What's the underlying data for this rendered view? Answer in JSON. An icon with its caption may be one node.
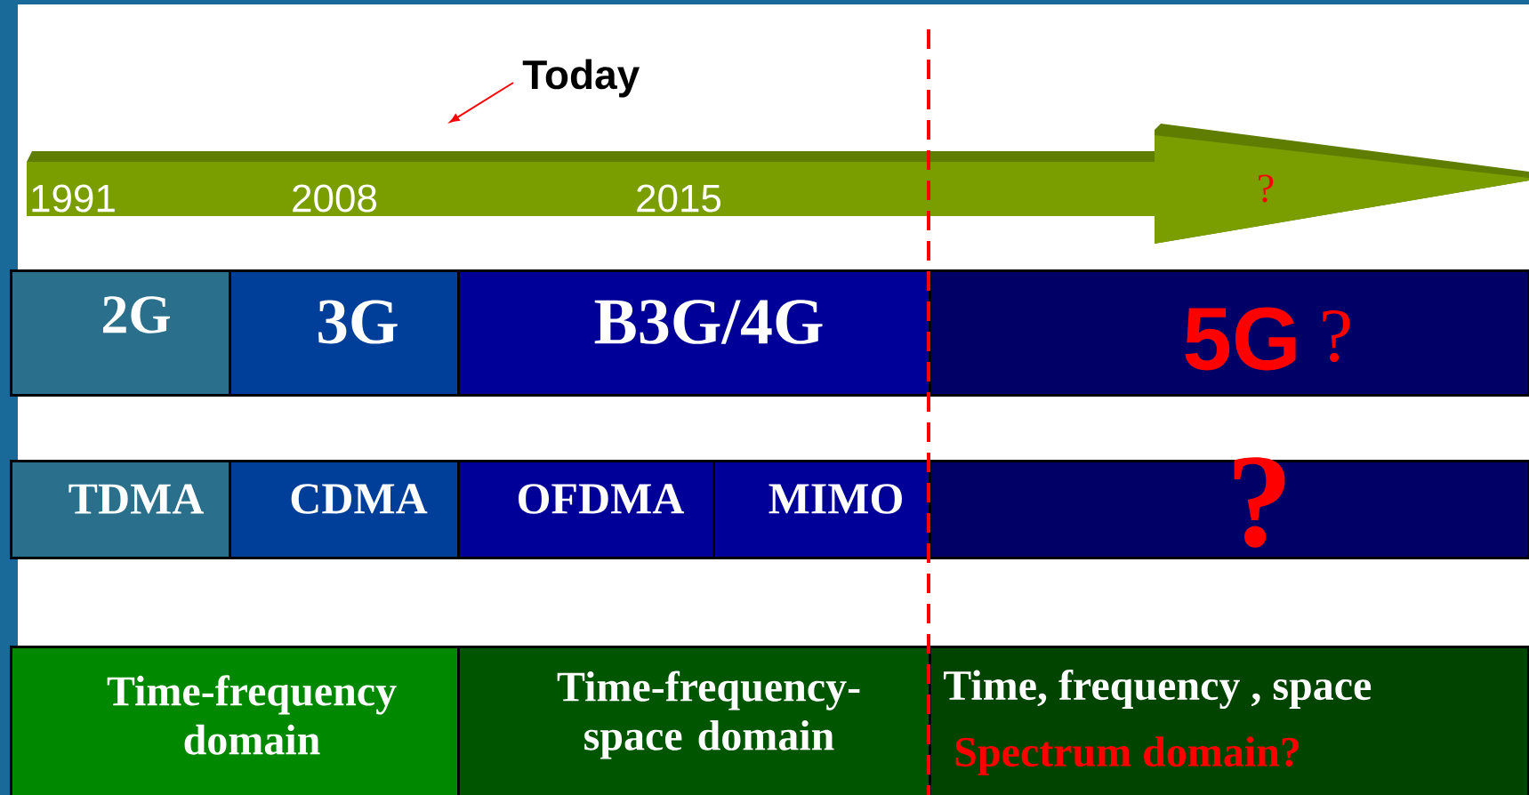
{
  "diagram": {
    "nodes": [
      {
        "text": [
          "Today"
        ]
      },
      {
        "text": [
          "1991",
          "2008",
          "2015",
          "?"
        ]
      },
      {
        "text": [
          "2G"
        ]
      },
      {
        "text": [
          "3G"
        ]
      },
      {
        "text": [
          "B3G/4G"
        ]
      },
      {
        "text": [
          "5G",
          "?"
        ]
      },
      {
        "text": [
          "TDMA"
        ]
      },
      {
        "text": [
          "CDMA"
        ]
      },
      {
        "text": [
          "OFDMA"
        ]
      },
      {
        "text": [
          "MIMO"
        ]
      },
      {
        "text": [
          "?"
        ]
      },
      {
        "text": [
          "Time-frequency domain"
        ]
      },
      {
        "text": [
          "Time-frequency-space domain"
        ]
      },
      {
        "text": [
          "Time, frequency , space",
          "Spectrum domain?"
        ]
      }
    ],
    "edges": [
      {
        "from": 0,
        "to": 1,
        "arrow": "to",
        "color": "#ff0000"
      }
    ]
  }
}
